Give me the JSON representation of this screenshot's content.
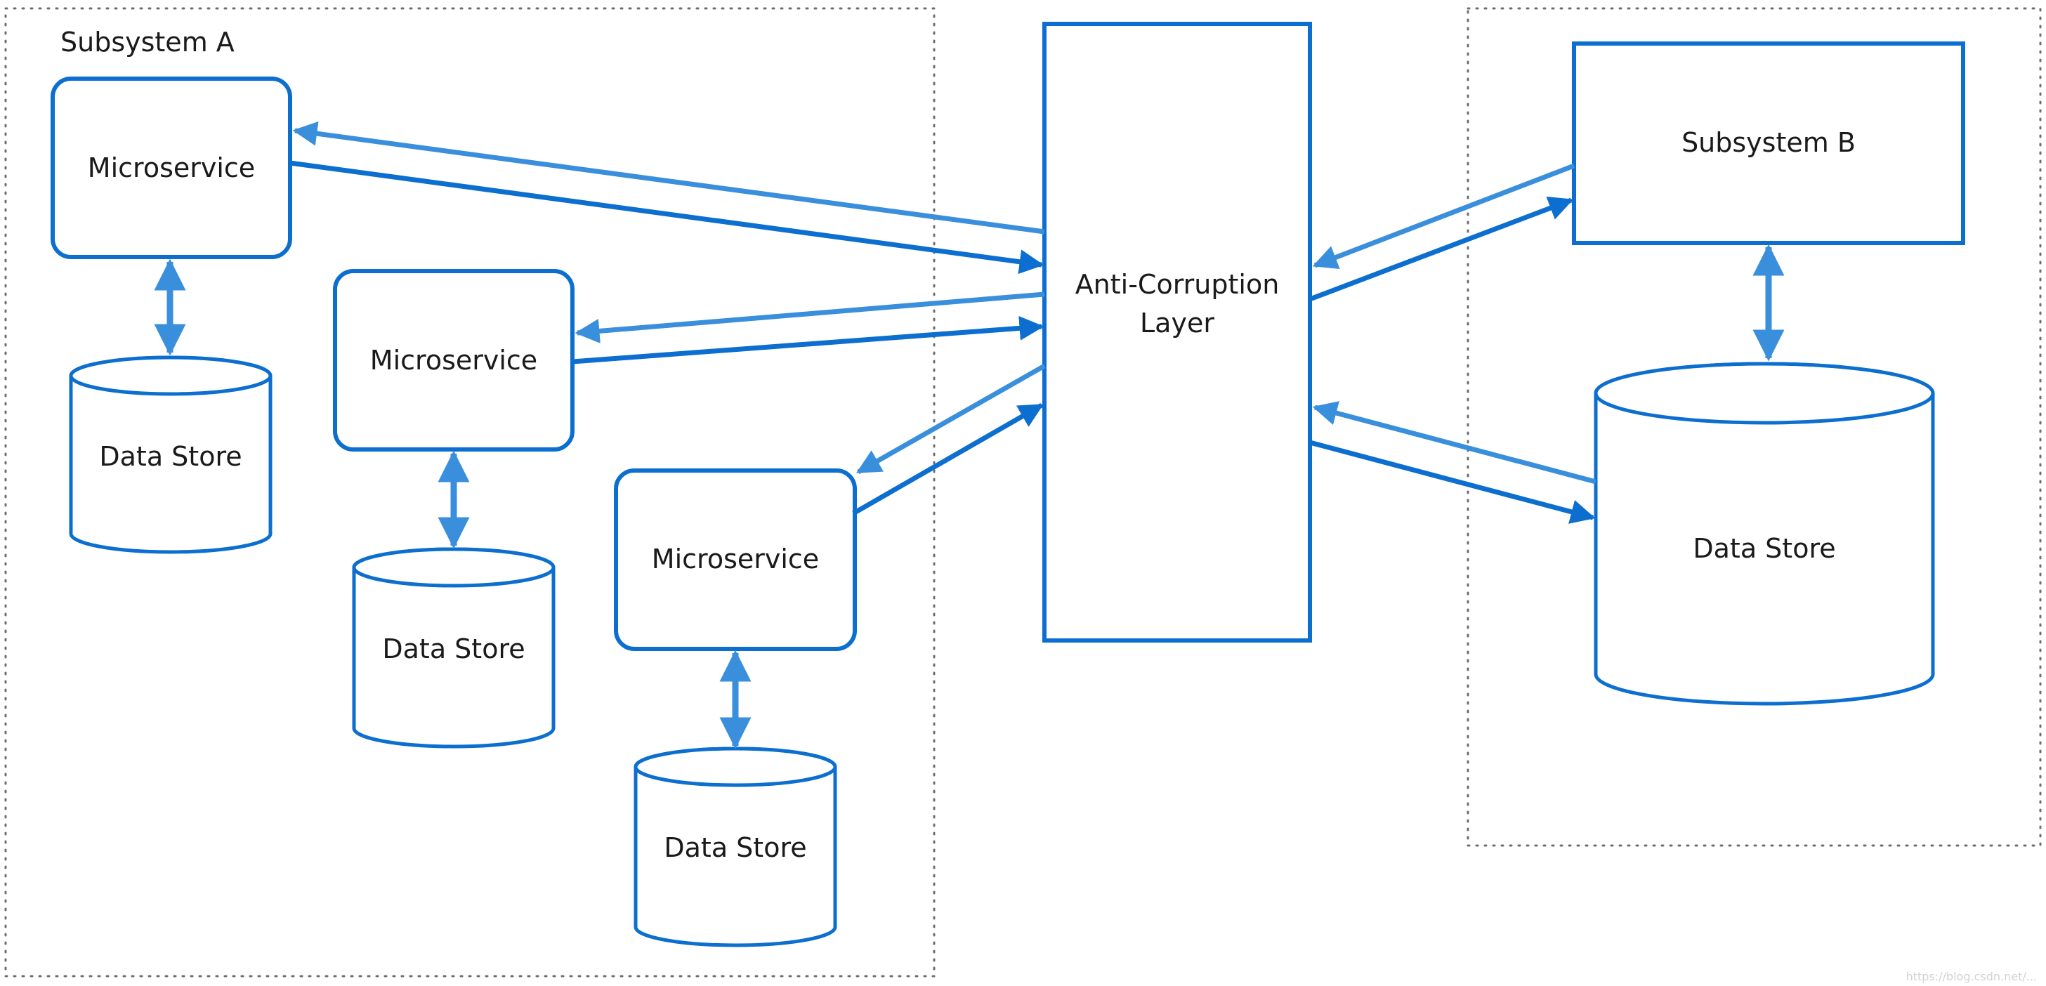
{
  "colors": {
    "primary": "#0c6fd0",
    "secondary": "#3a8fdc",
    "border_dotted": "#6e6e6e",
    "text": "#1a1a1a"
  },
  "groups": {
    "subsystem_a": {
      "label": "Subsystem A"
    }
  },
  "nodes": {
    "ms1": {
      "label": "Microservice"
    },
    "ms2": {
      "label": "Microservice"
    },
    "ms3": {
      "label": "Microservice"
    },
    "ds1": {
      "label": "Data Store"
    },
    "ds2": {
      "label": "Data Store"
    },
    "ds3": {
      "label": "Data Store"
    },
    "acl": {
      "line1": "Anti-Corruption",
      "line2": "Layer"
    },
    "subsystem_b": {
      "label": "Subsystem B"
    },
    "ds_b": {
      "label": "Data Store"
    }
  },
  "watermark": "https://blog.csdn.net/..."
}
